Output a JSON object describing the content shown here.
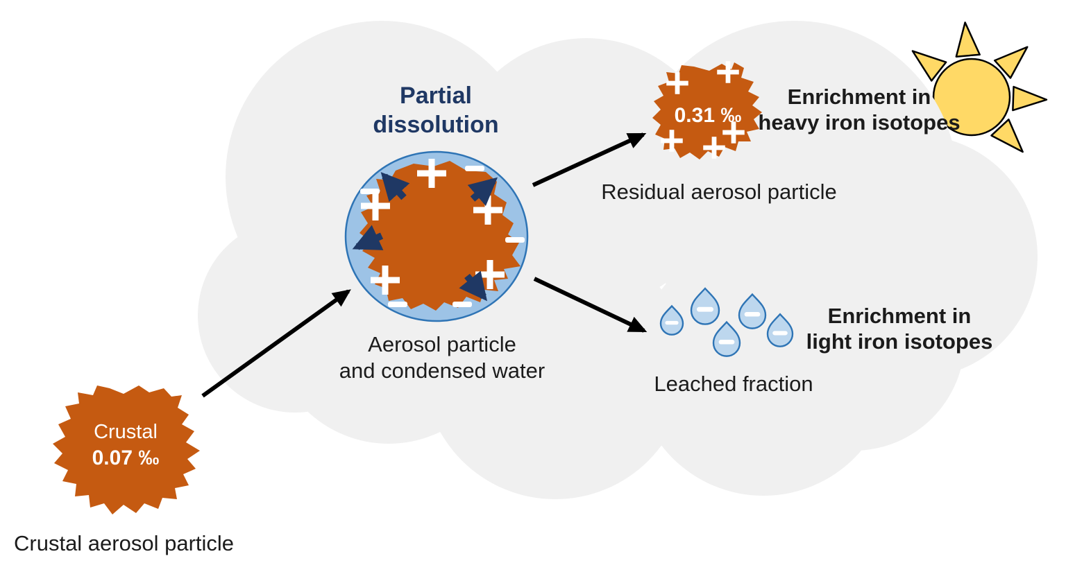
{
  "diagram": {
    "crustal": {
      "label": "Crustal",
      "value": "0.07 ‰",
      "caption": "Crustal aerosol particle"
    },
    "process": {
      "title_line1": "Partial",
      "title_line2": "dissolution",
      "caption_line1": "Aerosol particle",
      "caption_line2": "and condensed water"
    },
    "residual": {
      "value": "0.31 ‰",
      "caption": "Residual aerosol particle",
      "heading_line1": "Enrichment in",
      "heading_line2": "heavy iron isotopes"
    },
    "leached": {
      "caption": "Leached fraction",
      "heading_line1": "Enrichment in",
      "heading_line2": "light iron isotopes"
    }
  },
  "icons": {
    "sun": "sun-icon",
    "cloud": "cloud-shape",
    "plus_sign": "+",
    "minus_sign": "−",
    "droplet": "water-droplet",
    "arrow": "arrow"
  },
  "colors": {
    "particle_orange": "#C55A11",
    "water_blue": "#9DC3E6",
    "water_border": "#2E74B5",
    "droplet_blue": "#BDD7EE",
    "navy": "#1F3864",
    "cloud_gray": "#F0F0F0",
    "sun_yellow": "#FFD966",
    "text_black": "#1b1b1b",
    "arrow_black": "#000000"
  }
}
